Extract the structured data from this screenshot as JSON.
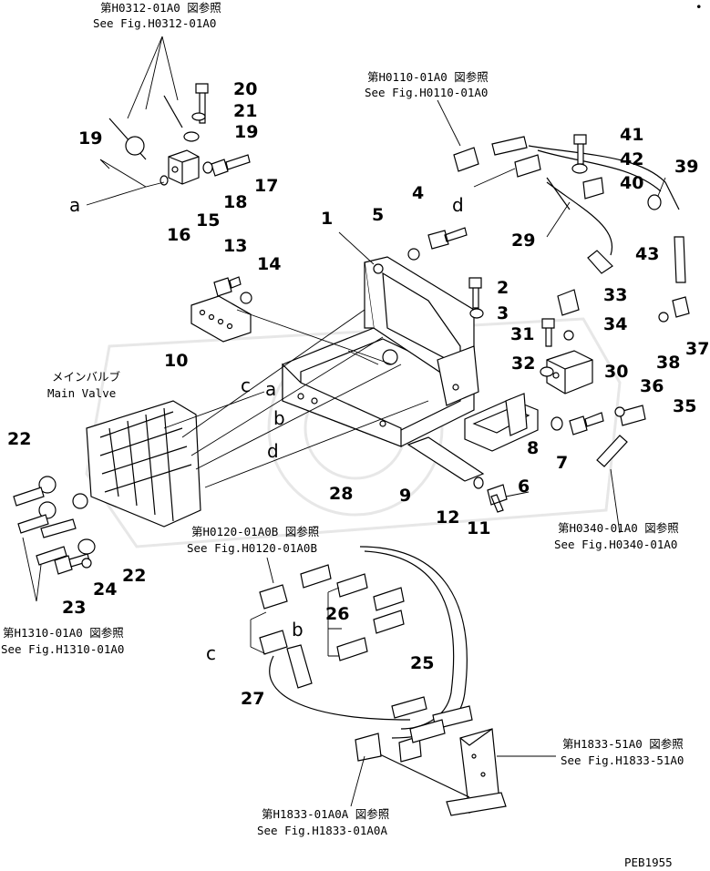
{
  "corner_mark": "•",
  "refs": [
    {
      "id": "ref-h0312",
      "jp": "第H0312-01A0 図参照",
      "en": "See Fig.H0312-01A0"
    },
    {
      "id": "ref-h0110",
      "jp": "第H0110-01A0 図参照",
      "en": "See Fig.H0110-01A0"
    },
    {
      "id": "ref-h0120",
      "jp": "第H0120-01A0B 図参照",
      "en": "See Fig.H0120-01A0B"
    },
    {
      "id": "ref-h0340",
      "jp": "第H0340-01A0 図参照",
      "en": "See Fig.H0340-01A0"
    },
    {
      "id": "ref-h1310",
      "jp": "第H1310-01A0 図参照",
      "en": "See Fig.H1310-01A0"
    },
    {
      "id": "ref-h1833-51",
      "jp": "第H1833-51A0 図参照",
      "en": "See Fig.H1833-51A0"
    },
    {
      "id": "ref-h1833-01",
      "jp": "第H1833-01A0A 図参照",
      "en": "See Fig.H1833-01A0A"
    }
  ],
  "main_valve": {
    "jp": "メインバルブ",
    "en": "Main Valve"
  },
  "part_numbers": [
    "1",
    "2",
    "3",
    "4",
    "5",
    "6",
    "7",
    "8",
    "9",
    "10",
    "11",
    "12",
    "13",
    "14",
    "15",
    "16",
    "17",
    "18",
    "19",
    "19",
    "20",
    "21",
    "22",
    "22",
    "23",
    "24",
    "25",
    "26",
    "27",
    "28",
    "29",
    "30",
    "31",
    "32",
    "33",
    "34",
    "35",
    "36",
    "37",
    "38",
    "39",
    "40",
    "41",
    "42",
    "43"
  ],
  "letters": [
    "a",
    "a",
    "b",
    "b",
    "c",
    "c",
    "d",
    "d"
  ],
  "drawing_code": "PEB1955"
}
